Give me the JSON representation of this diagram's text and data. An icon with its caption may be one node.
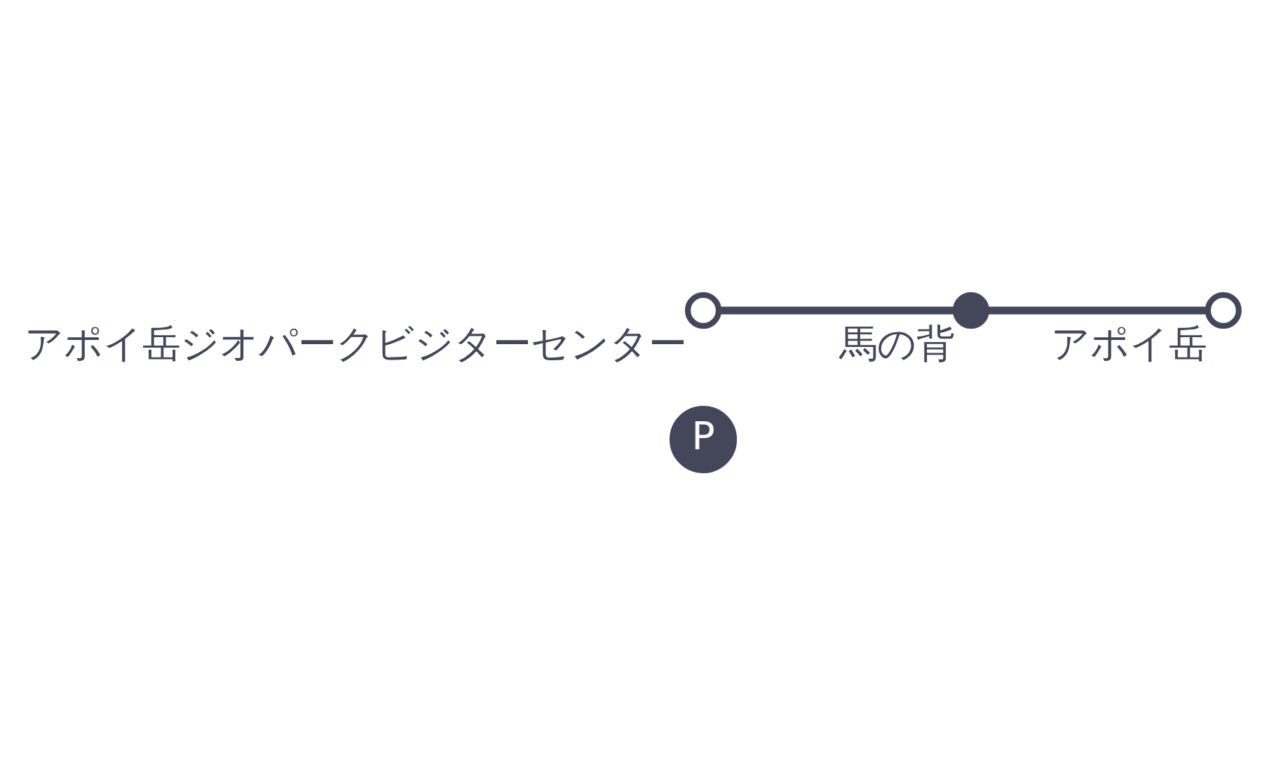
{
  "diagram": {
    "nodes": [
      {
        "text": [
          "P"
        ]
      },
      {
        "text": [],
        "shape": "circle",
        "beside": [
          "アポイ岳ジオパークビジターセンター"
        ]
      },
      {
        "text": [],
        "shape": "circle",
        "beside": [
          "馬の背"
        ]
      },
      {
        "text": [],
        "shape": "circle",
        "beside": [
          "アポイ岳"
        ]
      }
    ],
    "edges": [
      {
        "from": 1,
        "to": 2,
        "arrow": "none"
      },
      {
        "from": 2,
        "to": 3,
        "arrow": "none"
      }
    ]
  }
}
